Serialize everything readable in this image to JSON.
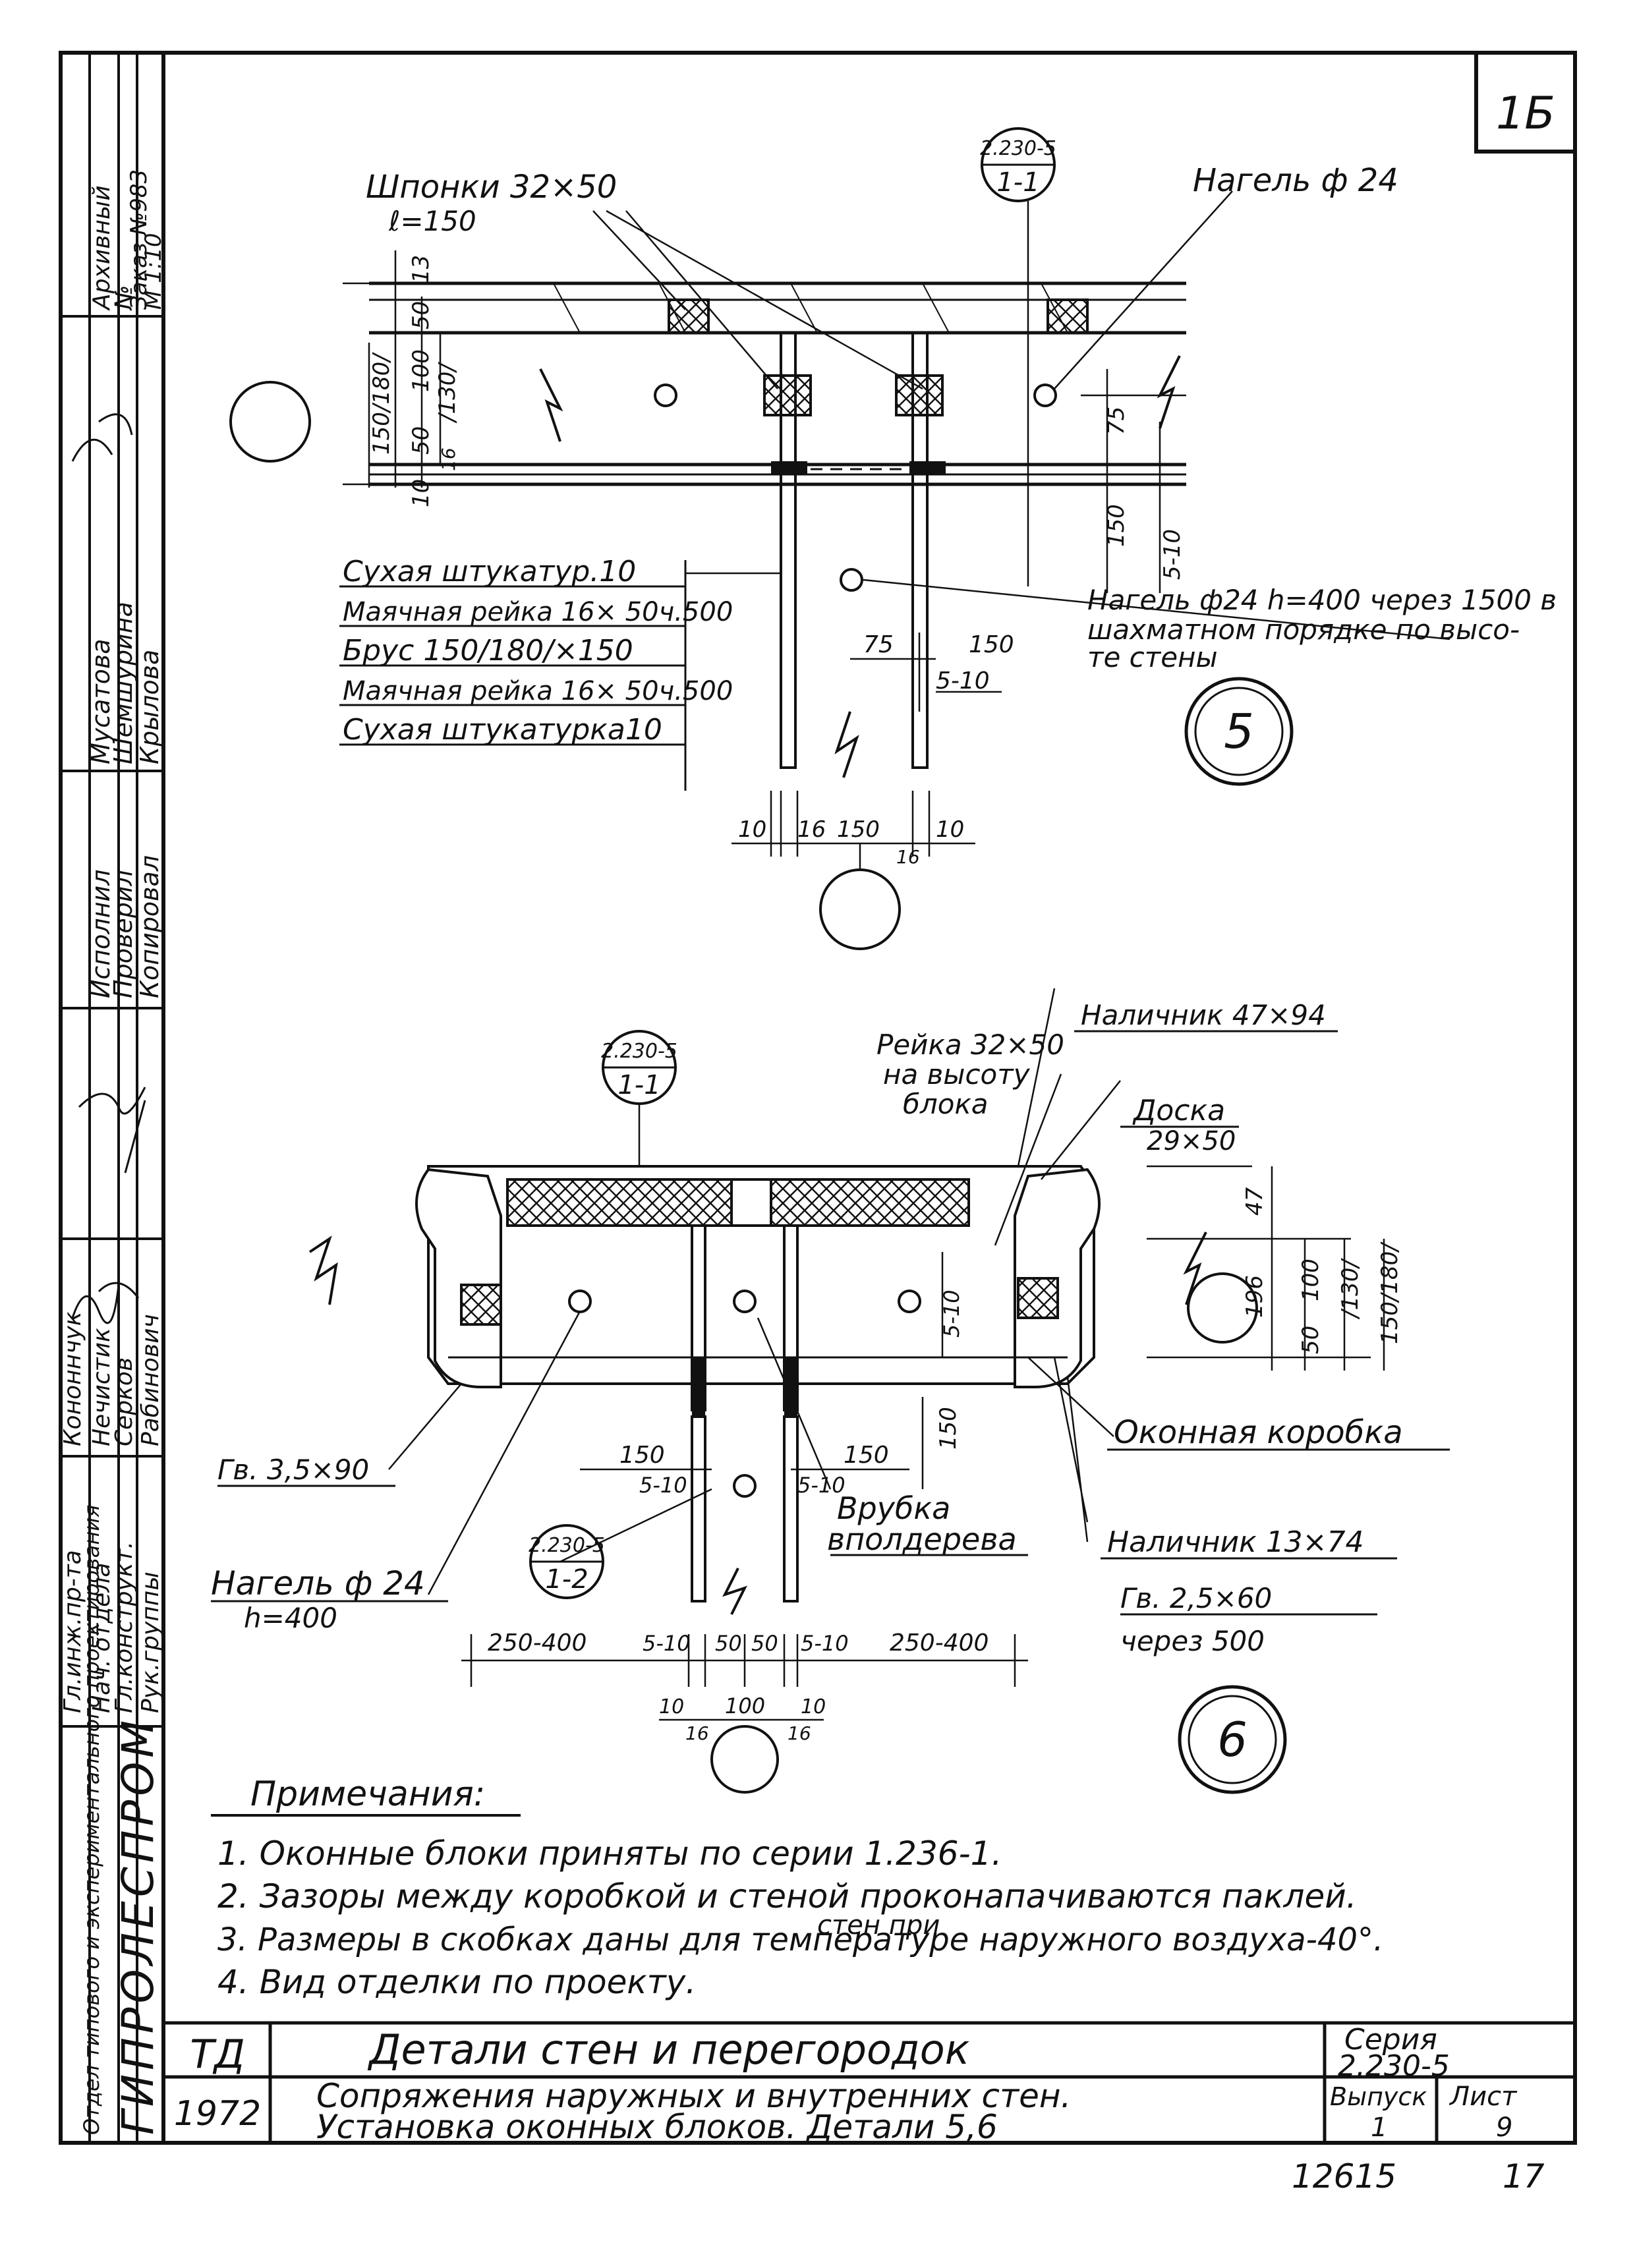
{
  "sheet": {
    "sheet_badge": "1Б",
    "bottom_right_code": "12615",
    "bottom_right_num": "17"
  },
  "side_stamp": {
    "org": "ГИПРОЛЕСПРОМ",
    "dept": "Отдел типового и экспериментального проектирования",
    "roles": [
      "Гл.инж.пр-та",
      "Нач. отдела",
      "Гл.конструкт.",
      "Рук.группы"
    ],
    "names": [
      "Кононнчук",
      "Нечистик",
      "Серков",
      "Рабинович"
    ],
    "role2": [
      "Исполнил",
      "Проверил",
      "Копировал"
    ],
    "names2": [
      "Мусатова",
      "Шемшурина",
      "Крылова"
    ],
    "archive": [
      "Архивный",
      "№",
      "Заказ №983",
      "М 1:10"
    ]
  },
  "detail5": {
    "ref_top": "2.230-5",
    "ref_bottom": "1-1",
    "shponki": "Шпонки 32×50",
    "shponki_len": "ℓ=150",
    "nagel": "Нагель ф 24",
    "layers": [
      "Сухая штукатур.10",
      "Маячная рейка 16× 50ч.500",
      "Брус 150/180/×150",
      "Маячная рейка 16× 50ч.500",
      "Сухая штукатурка10"
    ],
    "nagel_note": [
      "Нагель ф24 h=400 через 1500 в",
      "шахматном порядке по высо-",
      "те стены"
    ],
    "detail_no": "5",
    "dims_left": [
      "13",
      "50",
      "100",
      "50",
      "10",
      "16",
      "/130/",
      "150/180/"
    ],
    "dims_right": [
      "75",
      "150",
      "5-10"
    ],
    "dims_mid": [
      "75",
      "150",
      "5-10"
    ],
    "dims_bottom": [
      "10",
      "16",
      "150",
      "10",
      "16"
    ]
  },
  "detail6": {
    "ref1_top": "2.230-5",
    "ref1_bottom": "1-1",
    "ref2_top": "2.230-5",
    "ref2_bottom": "1-2",
    "nalichnik_top": "Наличник 47×94",
    "reika": [
      "Рейка 32×50",
      "на высоту",
      "блока"
    ],
    "doska": [
      "Доска",
      "29×50"
    ],
    "okonnaya": "Оконная коробка",
    "vrubka": [
      "Врубка",
      "вполдерева"
    ],
    "nalichnik_bottom": "Наличник 13×74",
    "gv1": "Гв. 3,5×90",
    "gv2": "Гв. 2,5×60",
    "gv2_step": "через 500",
    "nagel": "Нагель ф 24",
    "nagel_h": "h=400",
    "detail_no": "6",
    "dims_right": [
      "47",
      "196",
      "100",
      "50",
      "/130/",
      "150/180/"
    ],
    "dims_inner": [
      "150",
      "5-10",
      "150",
      "5-10",
      "150",
      "5-10"
    ],
    "dims_chain": [
      "250-400",
      "5-10",
      "50",
      "50",
      "5-10",
      "250-400"
    ],
    "dims_small": [
      "10",
      "100",
      "10",
      "16",
      "16"
    ]
  },
  "notes": {
    "title": "Примечания:",
    "items": [
      "1. Оконные блоки приняты по серии 1.236-1.",
      "2. Зазоры между коробкой и стеной проконапачиваются паклей.",
      "3. Размеры в скобках даны для температуре наружного воздуха-40°.",
      "4. Вид отделки по проекту."
    ],
    "overlay": "стен при"
  },
  "title_block": {
    "td": "ТД",
    "year": "1972",
    "title": "Детали стен и перегородок",
    "subtitle_1": "Сопряжения наружных и внутренних стен.",
    "subtitle_2": "Установка оконных блоков. Детали 5,6",
    "series_label": "Серия",
    "series_value": "2.230-5",
    "issue_label": "Выпуск",
    "issue_value": "1",
    "sheet_label": "Лист",
    "sheet_value": "9"
  }
}
